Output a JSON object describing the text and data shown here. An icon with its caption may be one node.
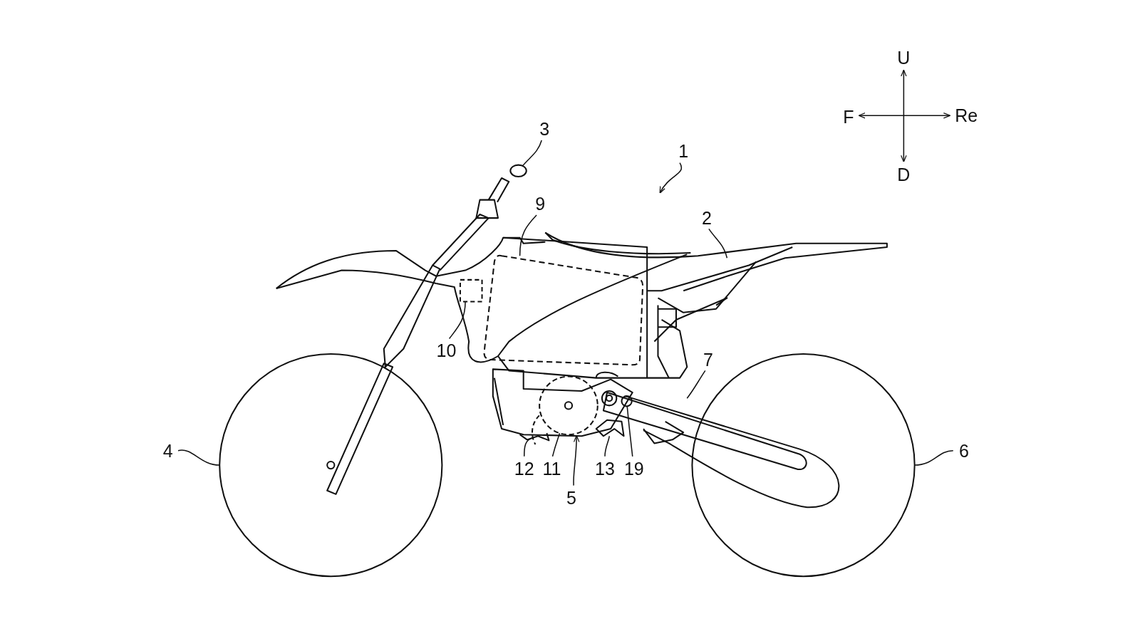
{
  "diagram": {
    "nodes": [
      {
        "text": [
          "1"
        ]
      },
      {
        "text": [
          "2"
        ]
      },
      {
        "text": [
          "3"
        ]
      },
      {
        "text": [
          "4"
        ]
      },
      {
        "text": [
          "5"
        ]
      },
      {
        "text": [
          "6"
        ]
      },
      {
        "text": [
          "7"
        ]
      },
      {
        "text": [
          "9"
        ]
      },
      {
        "text": [
          "10"
        ]
      },
      {
        "text": [
          "12"
        ]
      },
      {
        "text": [
          "11"
        ]
      },
      {
        "text": [
          "13"
        ]
      },
      {
        "text": [
          "19"
        ]
      },
      {
        "text": [],
        "shape": "circle"
      },
      {
        "text": [],
        "shape": "circle"
      },
      {
        "text": [],
        "shape": "box"
      },
      {
        "text": [],
        "shape": "box"
      },
      {
        "text": [],
        "shape": "circle",
        "in": 19
      },
      {
        "text": [],
        "shape": "circle"
      },
      {
        "text": [],
        "shape": "box"
      },
      {
        "text": [],
        "shape": "box",
        "in": 19
      },
      {
        "text": [],
        "shape": "circle",
        "in": 19
      },
      {
        "text": [],
        "shape": "circle",
        "in": 19
      }
    ],
    "edges": [
      {
        "from": 0,
        "to": null,
        "arrow": "to"
      },
      {
        "from": 1,
        "to": null,
        "arrow": "none"
      },
      {
        "from": 2,
        "to": 18,
        "arrow": "none"
      },
      {
        "from": 3,
        "to": 13,
        "arrow": "none"
      },
      {
        "from": 4,
        "to": 19,
        "arrow": "to"
      },
      {
        "from": 5,
        "to": 14,
        "arrow": "none"
      },
      {
        "from": 6,
        "to": null,
        "arrow": "none"
      },
      {
        "from": 7,
        "to": 15,
        "arrow": "none"
      },
      {
        "from": 8,
        "to": 16,
        "arrow": "none"
      },
      {
        "from": 9,
        "to": 21,
        "arrow": "none"
      },
      {
        "from": 10,
        "to": 17,
        "arrow": "none"
      },
      {
        "from": 11,
        "to": 20,
        "arrow": "none"
      },
      {
        "from": 12,
        "to": 22,
        "arrow": "none"
      }
    ],
    "labels": [
      "U",
      "F",
      "Re",
      "D"
    ]
  }
}
